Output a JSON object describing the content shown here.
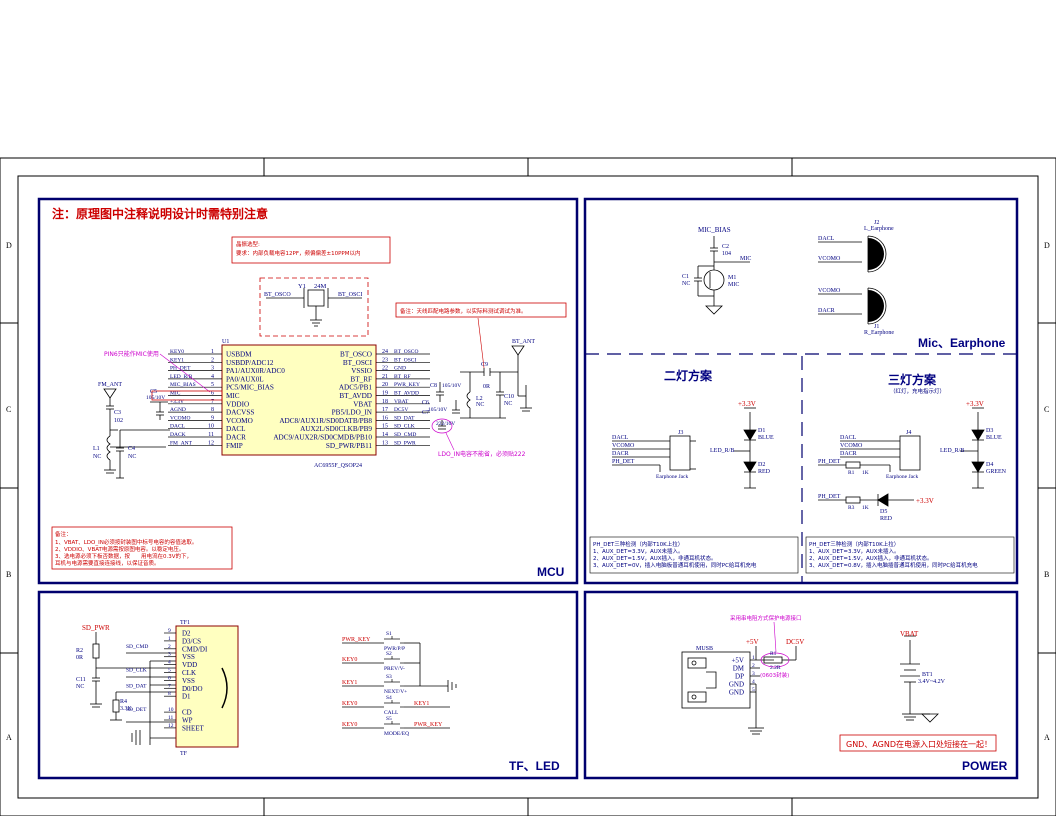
{
  "sheet": {
    "row_labels": [
      "D",
      "C",
      "B",
      "A"
    ]
  },
  "panels": {
    "mcu": {
      "title": "MCU",
      "header_note": "注：原理图中注释说明设计时需特别注意",
      "crystal_note_line1": "晶振选型:",
      "crystal_note_line2": "要求：内部负载电容12PF，频偏偏差±10PPM以内",
      "rf_note": "备注：天线匹配电路参数，以实际料测试调试为准。",
      "pin_note": "PIN6只能作MIC使用",
      "ldo_note": "LDO_IN电容不能省，必须贴222",
      "bottom_note_title": "备注：",
      "bottom_note_1": "1、VBAT、LDO_IN必须按封装图中标号电容的容值选取。",
      "bottom_note_2": "2、VDDIO、VBAT电源需按原图电容。以稳定电压。",
      "bottom_note_3": "3、选电源必须下板否数据，按　　用电流在0.3V的下，",
      "bottom_note_4": "    耳机与电源需要直接连接线，以保证音质。",
      "chip": {
        "ref": "U1",
        "part": "AC6955F_QSOP24",
        "left_pins": [
          {
            "num": "1",
            "name": "USBDM",
            "net": "KEY0"
          },
          {
            "num": "2",
            "name": "USBDP/ADC12",
            "net": "KEY1"
          },
          {
            "num": "3",
            "name": "PA1/AUX0R/ADC0",
            "net": "PH_DET"
          },
          {
            "num": "4",
            "name": "PA0/AUX0L",
            "net": "LED_R/B"
          },
          {
            "num": "5",
            "name": "PC5/MIC_BIAS",
            "net": "MIC_BIAS"
          },
          {
            "num": "6",
            "name": "MIC",
            "net": "MIC"
          },
          {
            "num": "7",
            "name": "VDDIO",
            "net": "+3.3V"
          },
          {
            "num": "8",
            "name": "DACVSS",
            "net": "AGND"
          },
          {
            "num": "9",
            "name": "VCOMO",
            "net": "VCOMO"
          },
          {
            "num": "10",
            "name": "DACL",
            "net": "DACL"
          },
          {
            "num": "11",
            "name": "DACR",
            "net": "DACK"
          },
          {
            "num": "12",
            "name": "FMIP",
            "net": "FM_ANT"
          }
        ],
        "right_pins": [
          {
            "num": "24",
            "name": "BT_OSCO",
            "net": "BT_OSCO"
          },
          {
            "num": "23",
            "name": "BT_OSCI",
            "net": "BT_OSCI"
          },
          {
            "num": "22",
            "name": "VSSIO",
            "net": "GND"
          },
          {
            "num": "21",
            "name": "BT_RF",
            "net": "BT_RF"
          },
          {
            "num": "20",
            "name": "ADC5/PB1",
            "net": "PWR_KEY"
          },
          {
            "num": "19",
            "name": "BT_AVDD",
            "net": "BT_AVDD"
          },
          {
            "num": "18",
            "name": "VBAT",
            "net": "VBAT"
          },
          {
            "num": "17",
            "name": "PB5/LDO_IN",
            "net": "DC5V"
          },
          {
            "num": "16",
            "name": "ADC8/AUX1R/SD0DATB/PB8",
            "net": "SD_DAT"
          },
          {
            "num": "15",
            "name": "AUX2L/SD0CLKB/PB9",
            "net": "SD_CLK"
          },
          {
            "num": "14",
            "name": "ADC9/AUX2R/SD0CMDB/PB10",
            "net": "SD_CMD"
          },
          {
            "num": "13",
            "name": "SD_PWR/PB11",
            "net": "SD_PWR"
          }
        ]
      },
      "crystal": {
        "ref": "Y1",
        "value": "24M",
        "left_net": "BT_OSCO",
        "right_net": "BT_OSCI"
      },
      "fm": {
        "ant": "FM_ANT",
        "c3": "C3",
        "c3v": "102",
        "l1": "L1",
        "l1v": "NC",
        "c4": "C4",
        "c4v": "NC",
        "c5": "C5",
        "c5v": "105/10V"
      },
      "rf": {
        "ant": "BT_ANT",
        "c8": "C8",
        "c8v": "105/10V",
        "c6": "C6",
        "c6v": "105/10V",
        "c7": "C7",
        "c7v": "222/16V",
        "c9": "C9",
        "c9v": "0R",
        "l2": "L2",
        "l2v": "NC",
        "c10": "C10",
        "c10v": "NC"
      }
    },
    "mic": {
      "title": "Mic、Earphone",
      "mic_bias": "MIC_BIAS",
      "mic_net": "MIC",
      "c2": "C2",
      "c2v": "104",
      "c1": "C1",
      "c1v": "NC",
      "m1": "M1",
      "m1v": "MIC",
      "j2": "J2",
      "j2v": "L_Earphone",
      "j1": "J1",
      "j1v": "R_Earphone",
      "j2_top": "DACL",
      "j2_bot": "VCOMO",
      "j1_top": "VCOMO",
      "j1_bot": "DACR"
    },
    "two_led": {
      "title": "二灯方案",
      "vcc": "+3.3V",
      "nets": [
        "DACL",
        "VCOMO",
        "DACR",
        "PH_DET"
      ],
      "jack_ref": "J3",
      "jack_label": "Earphone Jack",
      "led_net": "LED_R/B",
      "d1": "D1",
      "d1v": "BLUE",
      "d2": "D2",
      "d2v": "RED",
      "note_title": "PH_DET三种检测（内部T10K上拉）",
      "note_1": "1、AUX_DET=3.3V，AUX未插入。",
      "note_2": "2、AUX_DET=1.5V，AUX插入，非通耳机状态。",
      "note_3": "3、AUX_DET=0V，插入电脑板普通耳机使用，同时PC给耳机充电"
    },
    "three_led": {
      "title": "三灯方案",
      "subtitle": "（红灯，充电指示灯）",
      "vcc": "+3.3V",
      "nets": [
        "DACL",
        "VCOMO",
        "DACR",
        "PH_DET"
      ],
      "jack_ref": "J4",
      "jack_label": "Earphone Jack",
      "led_net": "LED_R/B",
      "r1": "R1",
      "r1v": "1K",
      "r3": "R3",
      "r3v": "1K",
      "d3": "D3",
      "d3v": "BLUE",
      "d4": "D4",
      "d4v": "GREEN",
      "d5": "D5",
      "d5v": "RED",
      "vcc2": "+3.3V",
      "note_title": "PH_DET三种检测（内部T10K上拉）",
      "note_1": "1、AUX_DET=3.3V，AUX未插入。",
      "note_2": "2、AUX_DET=1.5V，AUX插入，非通耳机状态。",
      "note_3": "3、AUX_DET=0.8V，插入电脑插普通耳机使用，同时PC给耳机充电"
    },
    "tf": {
      "title": "TF、LED",
      "sd_pwr": "SD_PWR",
      "r2": "R2",
      "r2v": "0R",
      "c11": "C11",
      "c11v": "NC",
      "r4": "R4",
      "r4v": "3.3K",
      "tf_ref": "TF1",
      "tf_bottom": "TF",
      "tf_pins": [
        {
          "num": "9",
          "name": "D2",
          "net": ""
        },
        {
          "num": "1",
          "name": "D3/CS",
          "net": ""
        },
        {
          "num": "2",
          "name": "CMD/DI",
          "net": "SD_CMD"
        },
        {
          "num": "3",
          "name": "VSS",
          "net": ""
        },
        {
          "num": "4",
          "name": "VDD",
          "net": ""
        },
        {
          "num": "5",
          "name": "CLK",
          "net": "SD_CLK"
        },
        {
          "num": "6",
          "name": "VSS",
          "net": ""
        },
        {
          "num": "7",
          "name": "D0/DO",
          "net": "SD_DAT"
        },
        {
          "num": "8",
          "name": "D1",
          "net": ""
        },
        {
          "num": "10",
          "name": "CD",
          "net": "SD_DET"
        },
        {
          "num": "11",
          "name": "WP",
          "net": ""
        },
        {
          "num": "12",
          "name": "SHEET",
          "net": ""
        }
      ],
      "keys": [
        {
          "ref": "S1",
          "label": "PWR/P/P",
          "left": "PWR_KEY",
          "right": ""
        },
        {
          "ref": "S2",
          "label": "PREV/V-",
          "left": "KEY0",
          "right": ""
        },
        {
          "ref": "S3",
          "label": "NEXT/V+",
          "left": "KEY1",
          "right": ""
        },
        {
          "ref": "S4",
          "label": "CALL",
          "left": "KEY0",
          "right": "KEY1"
        },
        {
          "ref": "S5",
          "label": "MODE/EQ",
          "left": "KEY0",
          "right": "PWR_KEY"
        }
      ]
    },
    "power": {
      "title": "POWER",
      "pink_note": "采用串电阻方式保护电源接口",
      "usb_ref": "MUSB",
      "usb_pins": [
        {
          "num": "1",
          "name": "+5V"
        },
        {
          "num": "2",
          "name": "DM"
        },
        {
          "num": "3",
          "name": "DP"
        },
        {
          "num": "4",
          "name": "GND"
        },
        {
          "num": "5",
          "name": "GND"
        }
      ],
      "p5v": "+5V",
      "dc5v": "DC5V",
      "r5": "R1",
      "r5v": "2.2R",
      "r5pkg": "(0603封装)",
      "vbat": "VBAT",
      "bt1": "BT1",
      "bt1v": "3.4V~4.2V",
      "gnd_note": "GND、AGND在电源入口处短接在一起！"
    }
  }
}
